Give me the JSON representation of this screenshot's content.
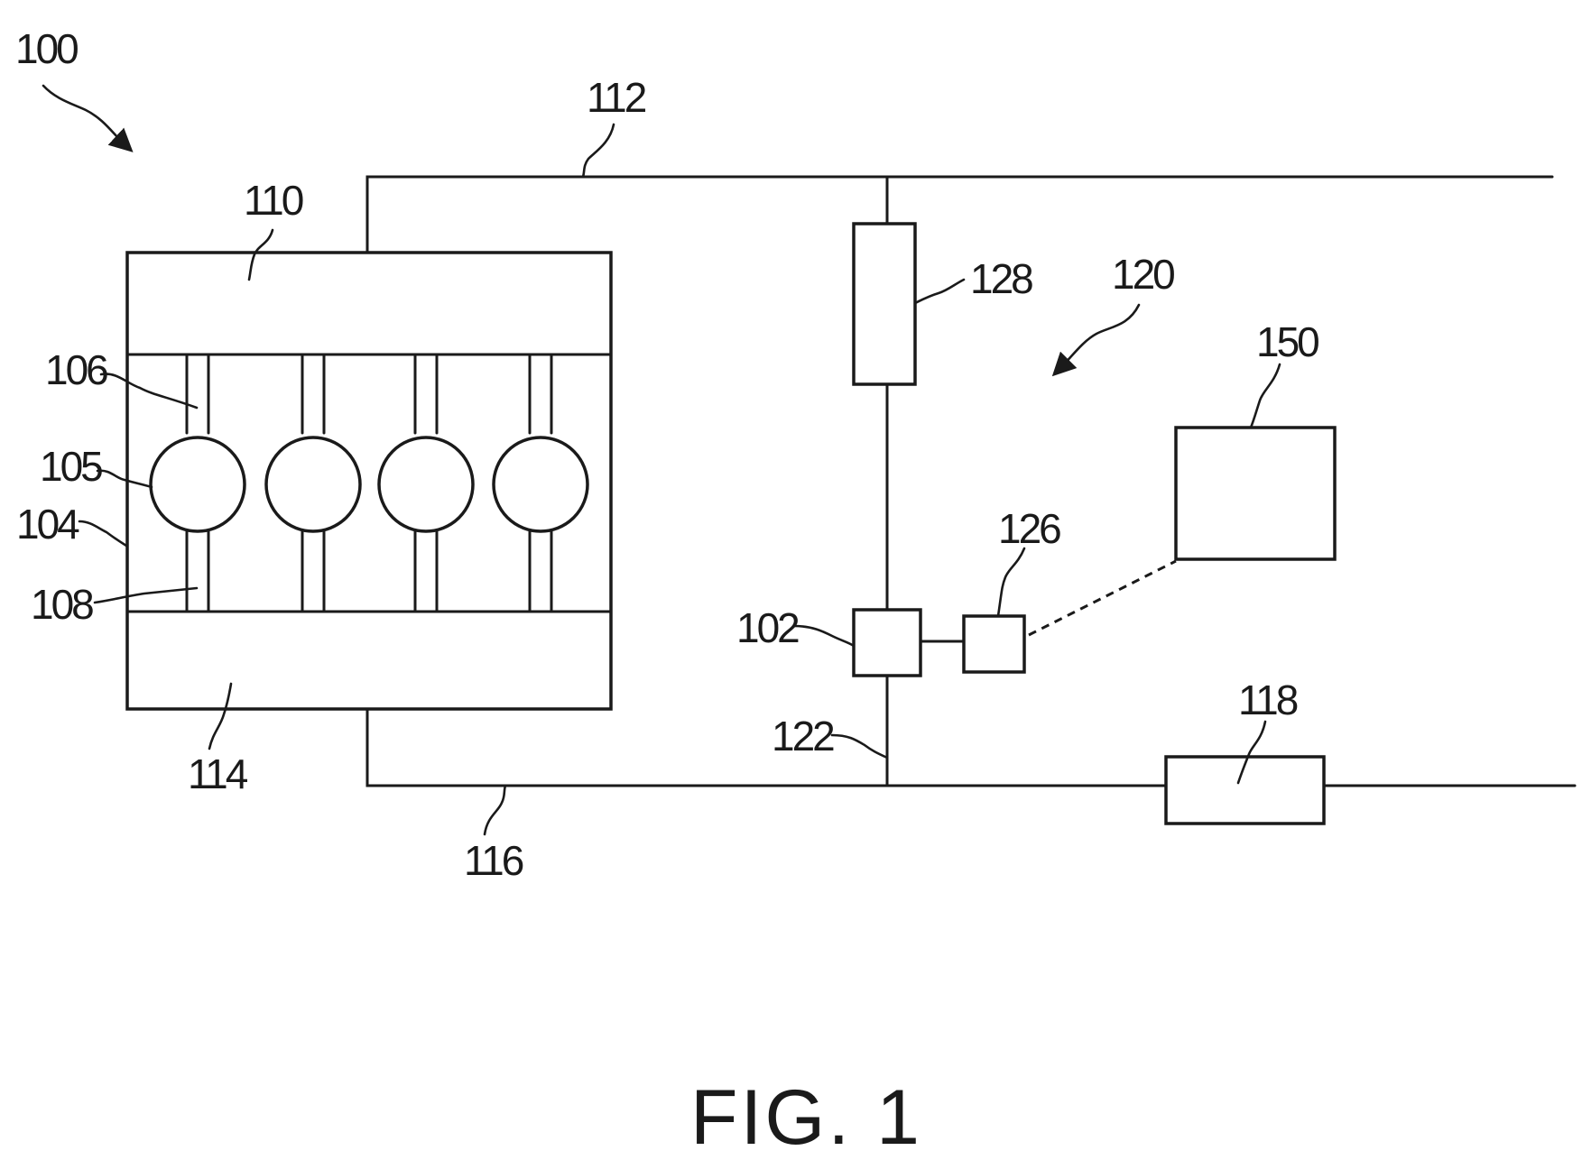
{
  "labels": {
    "l100": "100",
    "l102": "102",
    "l104": "104",
    "l105": "105",
    "l106": "106",
    "l108": "108",
    "l110": "110",
    "l112": "112",
    "l114": "114",
    "l116": "116",
    "l118": "118",
    "l120": "120",
    "l122": "122",
    "l126": "126",
    "l128": "128",
    "l150": "150"
  },
  "caption": "FIG. 1"
}
